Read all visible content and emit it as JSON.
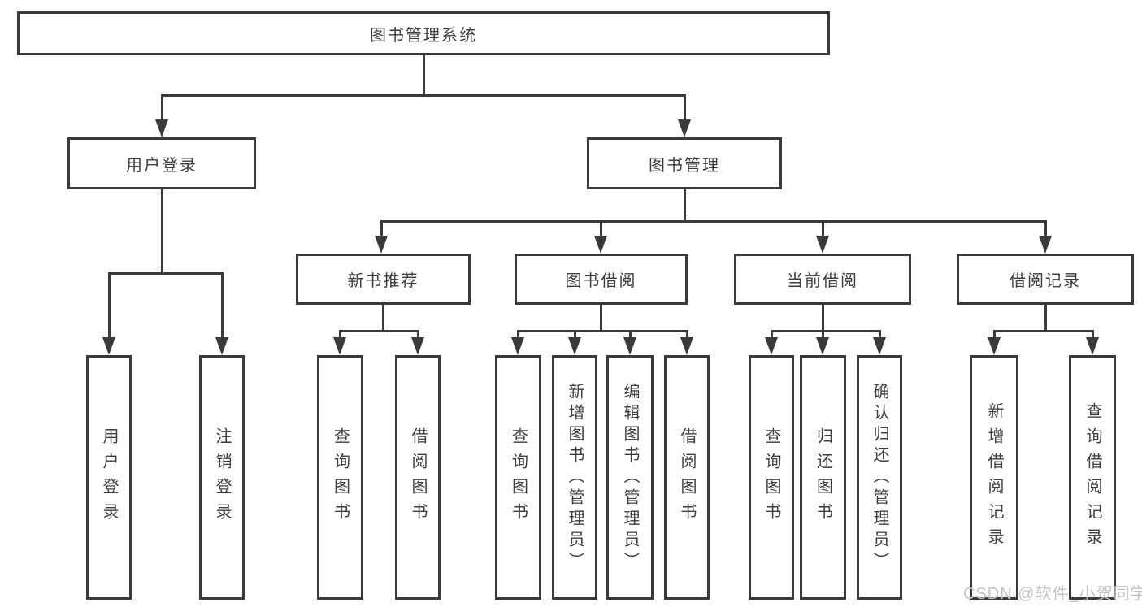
{
  "colors": {
    "line": "#3a3a3a",
    "box_border": "#3a3a3a",
    "box_background": "#ffffff",
    "text": "#3d3d3d",
    "watermark": "#c3c3c3",
    "page_background": "#ffffff"
  },
  "watermark": {
    "text": "CSDN @软件_小贺同学"
  },
  "tree": {
    "root": {
      "label": "图书管理系统",
      "children": [
        {
          "label": "用户登录",
          "children": [
            {
              "label": "用户登录"
            },
            {
              "label": "注销登录"
            }
          ]
        },
        {
          "label": "图书管理",
          "children": [
            {
              "label": "新书推荐",
              "children": [
                {
                  "label": "查询图书"
                },
                {
                  "label": "借阅图书"
                }
              ]
            },
            {
              "label": "图书借阅",
              "children": [
                {
                  "label": "查询图书"
                },
                {
                  "label": "新增图书（管理员）"
                },
                {
                  "label": "编辑图书（管理员）"
                },
                {
                  "label": "借阅图书"
                }
              ]
            },
            {
              "label": "当前借阅",
              "children": [
                {
                  "label": "查询图书"
                },
                {
                  "label": "归还图书"
                },
                {
                  "label": "确认归还（管理员）"
                }
              ]
            },
            {
              "label": "借阅记录",
              "children": [
                {
                  "label": "新增借阅记录"
                },
                {
                  "label": "查询借阅记录"
                }
              ]
            }
          ]
        }
      ]
    }
  }
}
